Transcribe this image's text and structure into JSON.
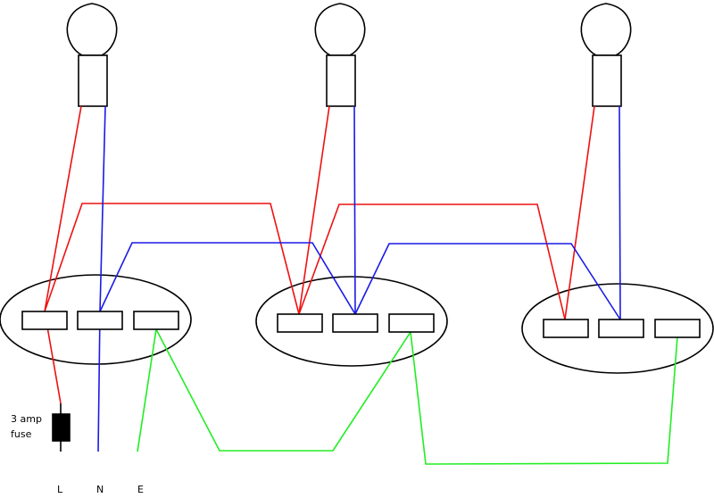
{
  "fuse": {
    "label_line1": "3 amp",
    "label_line2": "fuse"
  },
  "supply_labels": {
    "live": "L",
    "neutral": "N",
    "earth": "E"
  },
  "colors": {
    "live": "#ee1111",
    "neutral": "#1a1ae6",
    "earth": "#22ee22",
    "outline": "#000000"
  },
  "components": {
    "lamps": 3,
    "ceiling_roses": 3,
    "terminals_per_rose": 3
  }
}
